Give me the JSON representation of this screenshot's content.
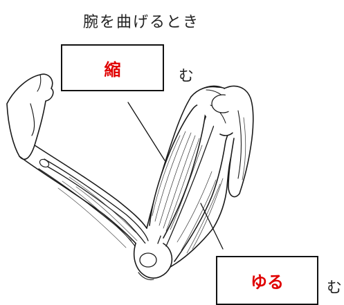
{
  "title": "腕を曲げるとき",
  "labels": {
    "top": {
      "text": "縮",
      "suffix": "む",
      "color": "#e00000"
    },
    "bottom": {
      "text": "ゆる",
      "suffix": "む",
      "color": "#e00000"
    }
  },
  "illustration": {
    "subject": "arm-bending-muscle-illustration",
    "parts": [
      "forearm",
      "upper-arm",
      "shoulder",
      "biceps",
      "triceps",
      "elbow"
    ]
  }
}
